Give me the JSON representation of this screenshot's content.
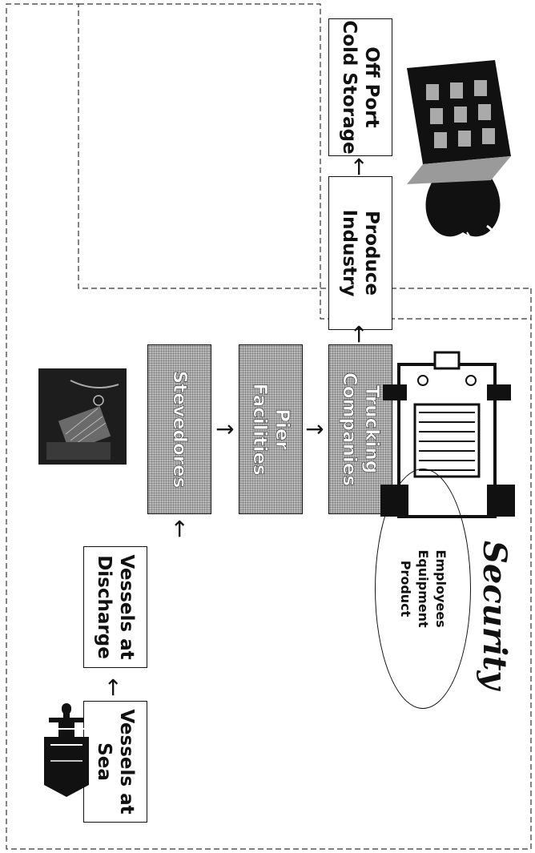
{
  "boxes": {
    "vessels_at_sea": [
      "Vessels at",
      "Sea"
    ],
    "vessels_at_discharge": [
      "Vessels at",
      "Discharge"
    ],
    "stevedores": [
      "Stevedores"
    ],
    "pier_facilities": [
      "Pier",
      "Facilities"
    ],
    "trucking_companies": [
      "Trucking",
      "Companies"
    ],
    "produce_industry": [
      "Produce",
      "Industry"
    ],
    "off_port_cold_storage": [
      "Off Port",
      "Cold Storage"
    ]
  },
  "arrow_glyph": "→",
  "security": {
    "title": "Security",
    "items": [
      "Employees",
      "Equipment",
      "Product"
    ]
  },
  "colors": {
    "stroke": "#111111",
    "shaded_box": "#b9b9b9",
    "background": "#ffffff"
  },
  "icons": [
    "ship-icon",
    "cargo-photo-icon",
    "truck-icon",
    "apple-icon",
    "building-icon"
  ]
}
